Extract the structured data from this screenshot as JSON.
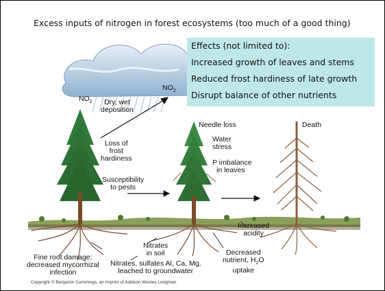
{
  "title": "Excess inputs of nitrogen in forest ecosystems (too much of a good thing)",
  "effects": {
    "heading": "Effects (not limited to):",
    "items": [
      "Increased growth of leaves and stems",
      "Reduced frost hardiness of late growth",
      "Disrupt balance of other nutrients"
    ]
  },
  "labels": {
    "no2_left": "NO",
    "no2_left_sub": "2",
    "no2_right": "NO",
    "no2_right_sub": "2",
    "deposition_line1": "Dry, wet",
    "deposition_line2": "deposition",
    "frost_line1": "Loss of",
    "frost_line2": "frost",
    "frost_line3": "hardiness",
    "pests_line1": "Susceptibility",
    "pests_line2": "to pests",
    "needle_loss": "Needle loss",
    "water_line1": "Water",
    "water_line2": "stress",
    "p_line1": "P imbalance",
    "p_line2": "in leaves",
    "death": "Death",
    "acidity_line1": "Increased",
    "acidity_line2": "acidity",
    "nitrates_line1": "Nitrates",
    "nitrates_line2": "in soil",
    "root_line1": "Fine root damage;",
    "root_line2": "decreased mycorrhizal",
    "root_line3": "infection",
    "leach_line1": "Nitrates, sulfates Al, Ca, Mg,",
    "leach_line2": "leached to groundwater",
    "nutrient_line1": "Decreased",
    "nutrient_line2": "nutrient, H",
    "nutrient_line2_sub": "2",
    "nutrient_line2_end": "O",
    "nutrient_line3": "uptake"
  },
  "copyright": "Copyright © Benjamin Cummings, an imprint of Addison Wesley Longman",
  "colors": {
    "effects_bg": "#bfe7e7",
    "cloud": "#8fb1cf",
    "tree_green": "#2f7a3a",
    "trunk": "#7a4a2a",
    "ground": "#6a8a3a"
  }
}
